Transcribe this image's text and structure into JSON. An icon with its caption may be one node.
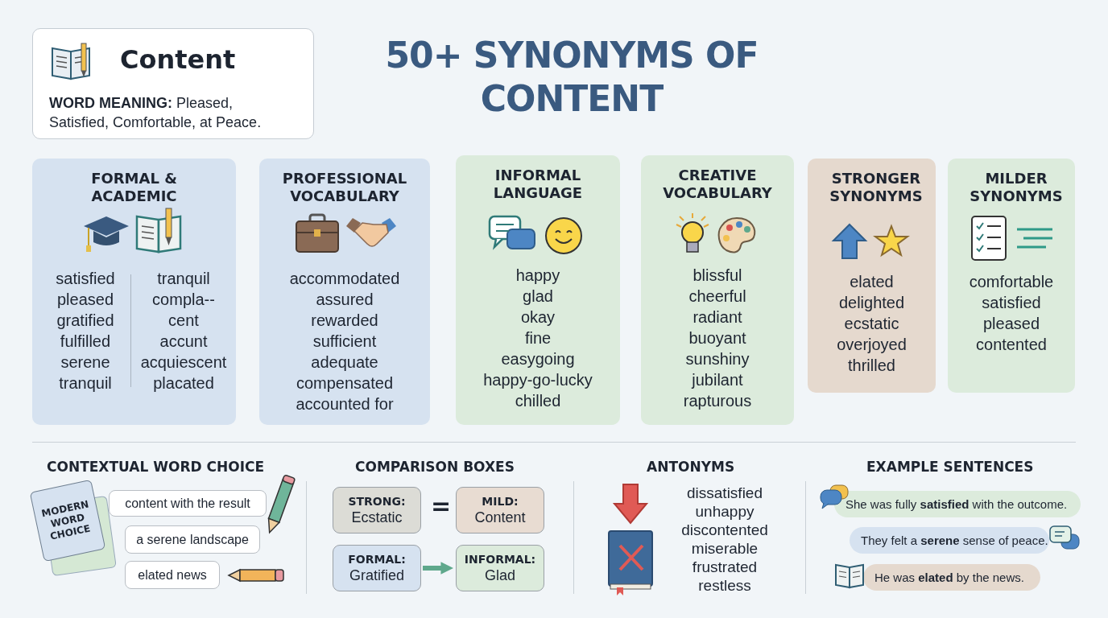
{
  "diagram": {
    "title": "50+ SYNONYMS OF CONTENT",
    "nodes": [
      {
        "text": [
          "Content",
          "**WORD MEANING:** Pleased, Satisfied, Comfortable, at Peace."
        ]
      },
      {
        "text": [
          "FORMAL & ACADEMIC",
          "satisfied",
          "pleased",
          "gratified",
          "fulfilled",
          "serene",
          "tranquil",
          "tranquil",
          "compla--",
          "cent",
          "accunt",
          "acquiescent",
          "placated"
        ]
      },
      {
        "text": [
          "PROFESSIONAL VOCABULARY",
          "accommodated",
          "assured",
          "rewarded",
          "sufficient",
          "adequate",
          "compensated",
          "accounted for"
        ]
      },
      {
        "text": [
          "INFORMAL LANGUAGE",
          "happy",
          "glad",
          "okay",
          "fine",
          "easygoing",
          "happy-go-lucky",
          "chilled"
        ]
      },
      {
        "text": [
          "CREATIVE VOCABULARY",
          "blissful",
          "cheerful",
          "radiant",
          "buoyant",
          "sunshiny",
          "jubilant",
          "rapturous"
        ]
      },
      {
        "text": [
          "STRONGER SYNONYMS",
          "elated",
          "delighted",
          "ecstatic",
          "overjoyed",
          "thrilled"
        ]
      },
      {
        "text": [
          "MILDER SYNONYMS",
          "comfortable",
          "satisfied",
          "pleased",
          "contented"
        ]
      },
      {
        "text": [
          "MODERN WORD CHOICE"
        ]
      },
      {
        "text": [
          "content with the result"
        ]
      },
      {
        "text": [
          "a serene landscape"
        ]
      },
      {
        "text": [
          "elated news"
        ]
      },
      {
        "text": [
          "STRONG:",
          "Ecstatic"
        ]
      },
      {
        "text": [
          "MILD:",
          "Content"
        ]
      },
      {
        "text": [
          "FORMAL:",
          "Gratified"
        ]
      },
      {
        "text": [
          "INFORMAL:",
          "Glad"
        ]
      },
      {
        "text": [
          "She was fully **satisfied** with the outcome."
        ]
      },
      {
        "text": [
          "They felt a **serene** sense of peace."
        ]
      },
      {
        "text": [
          "He was **elated** by the news."
        ]
      }
    ],
    "edges": [
      {
        "from": 13,
        "to": 14,
        "arrow": "to",
        "color": "#5fa88c"
      }
    ],
    "labels": [
      "CONTEXTUAL WORD CHOICE",
      "COMPARISON BOXES",
      "=",
      "ANTONYMS",
      "dissatisfied",
      "unhappy",
      "discontented",
      "miserable",
      "frustrated",
      "restless",
      "EXAMPLE SENTENCES"
    ]
  }
}
